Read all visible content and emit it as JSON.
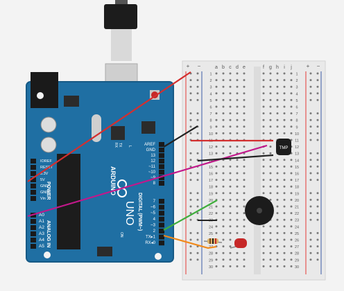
{
  "colors": {
    "background": "#f3f3f3",
    "board": "#1f6fa3",
    "board_dark": "#175a86",
    "breadboard": "#e9e9e9",
    "rail_red": "#e53935",
    "rail_blue": "#3a5aa8",
    "wire_red": "#d32f2f",
    "wire_black": "#222222",
    "wire_magenta": "#c2188b",
    "wire_green": "#3fae3c",
    "wire_orange": "#f08a1c",
    "led": "#c62828"
  },
  "arduino": {
    "brand": "ARDUINO",
    "model": "UNO",
    "power_header": "POWER",
    "analog_header": "ANALOG IN",
    "digital_header": "DIGITAL (PWM~)",
    "on_label": "ON",
    "led_l": "L",
    "tx_led": "TX",
    "rx_led": "RX",
    "power_pins": [
      "IOREF",
      "RESET",
      "3.3V",
      "5V",
      "GND",
      "GND",
      "Vin"
    ],
    "analog_pins": [
      "A0",
      "A1",
      "A2",
      "A3",
      "A4",
      "A5"
    ],
    "digital_top": [
      "AREF",
      "GND",
      "13",
      "12",
      "~11",
      "~10",
      "~9",
      "8"
    ],
    "digital_bottom": [
      "7",
      "~6",
      "~5",
      "4",
      "~3",
      "2",
      "TX▸1",
      "RX◂0"
    ]
  },
  "breadboard": {
    "col_left": [
      "a",
      "b",
      "c",
      "d",
      "e"
    ],
    "col_right": [
      "f",
      "g",
      "h",
      "i",
      "j"
    ],
    "rail_plus": "+",
    "rail_minus": "−",
    "rows": [
      "1",
      "2",
      "3",
      "4",
      "5",
      "6",
      "7",
      "8",
      "9",
      "10",
      "11",
      "12",
      "13",
      "14",
      "15",
      "16",
      "17",
      "18",
      "19",
      "20",
      "21",
      "22",
      "23",
      "24",
      "25",
      "26",
      "27",
      "28",
      "29",
      "30"
    ]
  },
  "components": {
    "temp_sensor": "TMP",
    "buzzer": "piezo-buzzer",
    "led": "red-led",
    "resistor": "resistor"
  }
}
